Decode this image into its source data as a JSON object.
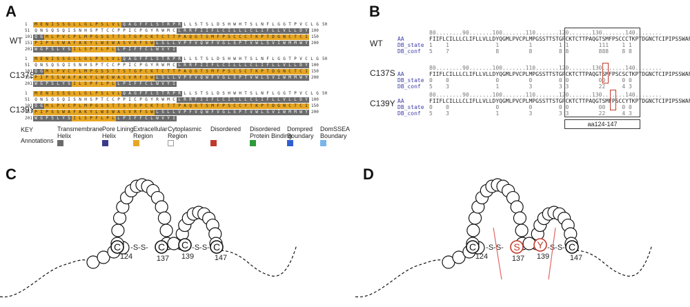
{
  "panels": {
    "a": "A",
    "b": "B",
    "c": "C",
    "d": "D"
  },
  "panel_a": {
    "variants": [
      {
        "label": "WT",
        "rows": [
          {
            "start": "1",
            "end": "50",
            "seq": "MENISSGLLGLPSLVLQAGFFLSTRPRLLSTSLDSHWHTSLNFLGGTPVCLG"
          },
          {
            "start": "51",
            "end": "100",
            "seq": "QNSQSQISNHSPTCCPPICPGYRWMCLRRFIIFLCILLLCLIFLLVLLDY"
          },
          {
            "start": "101",
            "end": "150",
            "seq": "QGMLPVCPLMPGSSTTSTGPCKTCTTPAQGTSMFPSCCCTKPTDGNCTCI"
          },
          {
            "start": "151",
            "end": "200",
            "seq": "PIPSSWAFAKYLWEWASVRFSWLSLLVPFVQWFVGLSPTVWLSVIWMMWY"
          },
          {
            "start": "201",
            "end": "",
            "seq": "WGPSLYSILSPFLPLLPIFFCLWVYI"
          }
        ]
      },
      {
        "label": "C137S",
        "rows": [
          {
            "start": "1",
            "end": "50",
            "seq": "MENISSGLLGLPSLVLQAGFFLSTRPRLLSTSLDSHWHTSLNFLGGTPVCLG"
          },
          {
            "start": "51",
            "end": "100",
            "seq": "QNSQSQISNHSPTCCPPICPGYRWMCLRRFIIFLCILLLCLIFLLVLLDY"
          },
          {
            "start": "101",
            "end": "150",
            "seq": "QGMLPVCPLMPGSSTTSTGPCKTCTTPAQGTSMFPSCSCTKPTDGNCTCI"
          },
          {
            "start": "151",
            "end": "200",
            "seq": "PIPSSWAFAKYLWEWASVRFSWLSLLVPFVQWFVGLSPTVWLSVIWMMWY"
          },
          {
            "start": "201",
            "end": "",
            "seq": "WGPSLYSILSPFLPLLPIFFCLWVYI"
          }
        ]
      },
      {
        "label": "C139Y",
        "rows": [
          {
            "start": "1",
            "end": "50",
            "seq": "MENISSGLLGLPSLVLQAGFFLSTRPRLLSTSLDSHWHTSLNFLGGTPVCLG"
          },
          {
            "start": "51",
            "end": "100",
            "seq": "QNSQSQISNHSPTCCPPICPGYRWMCLRRFIIFLCILLLCLIFLLVLLDY"
          },
          {
            "start": "101",
            "end": "150",
            "seq": "QGMLPVCPLMPGSSTTSTGPCKTCTTPAQGTSMFPSCCYTKPTDGNCTCI"
          },
          {
            "start": "151",
            "end": "200",
            "seq": "PIPSSWAFAKYLWEWASVRFSWLSLLVPFVQWFVGLSPTVWLSVIWMMWY"
          },
          {
            "start": "201",
            "end": "",
            "seq": "WGPSLYSILSPFLPLLPIFFCLWVYI"
          }
        ]
      }
    ],
    "key_title": "KEY",
    "annotations_label": "Annotations",
    "key_items": [
      {
        "label": "Transmembrane Helix",
        "color": "#6b6b6b"
      },
      {
        "label": "Pore Lining Helix",
        "color": "#3a3a8c"
      },
      {
        "label": "Extracellular Region",
        "color": "#e7a623"
      },
      {
        "label": "Cytoplasmic Region",
        "color": "#ffffff"
      },
      {
        "label": "Disordered",
        "color": "#c0392b"
      },
      {
        "label": "Disordered Protein Binding",
        "color": "#2e9b3a"
      },
      {
        "label": "Dompred Boundary",
        "color": "#2f5fd0"
      },
      {
        "label": "DomSSEA Boundary",
        "color": "#79b6ea"
      }
    ]
  },
  "panel_b": {
    "variants": [
      {
        "label": "WT",
        "ruler": "80........90.......100.......110.......120.......130.......140........",
        "aa": "FIIFLCILLLCLIFLLVLLDYQGMLPVCPLMPGSSTTSTGPCKTCTTPAQGTSMFPSCCCTKPTDGNCTCIPIPSSWAF",
        "state": "1    1              1         1        1 1         111    1 1",
        "conf": "5    7              8         8        8 8         888    8 8"
      },
      {
        "label": "C137S",
        "ruler": "80........90.......100.......110.......120.......130.......140........",
        "aa": "FIIFLCILLLCLIFLLVLLDYQGMLPVCPLMPGSSTTSTGPCKTCTTPAQGTSMFPSCSCTKPTDGNCTCIPIPSSWAF",
        "state": "0    0              0         0        0 0         00     0 0",
        "conf": "5    3              1         3        3 3         22     4 3"
      },
      {
        "label": "C139Y",
        "ruler": "80........90.......100.......110.......120.......130.......140........",
        "aa": "FIIFLCILLLCLIFLLVLLDYQGMLPVCPLMPGSSTTSTGPCKTCTTPAQGTSMFPSCCYTKPTDGNCTCIPIPSSWAF",
        "state": "0    0              0         0        0 0         00     0 0",
        "conf": "5    3              1         3        3 3         22     4 3"
      }
    ],
    "row_labels": {
      "aa": "AA",
      "state": "DB_state",
      "conf": "DB_conf"
    },
    "region_label": "aa124-147"
  },
  "panel_c": {
    "residues": {
      "c1": "C",
      "c2": "C",
      "c3": "C",
      "c4": "C"
    },
    "numbers": [
      "124",
      "137",
      "139",
      "147"
    ],
    "bond": "-S-S-"
  },
  "panel_d": {
    "residues": {
      "c1": "C",
      "s": "S",
      "y": "Y",
      "c4": "C"
    },
    "numbers": [
      "124",
      "137",
      "139",
      "147"
    ],
    "bond": "-S-S-"
  }
}
